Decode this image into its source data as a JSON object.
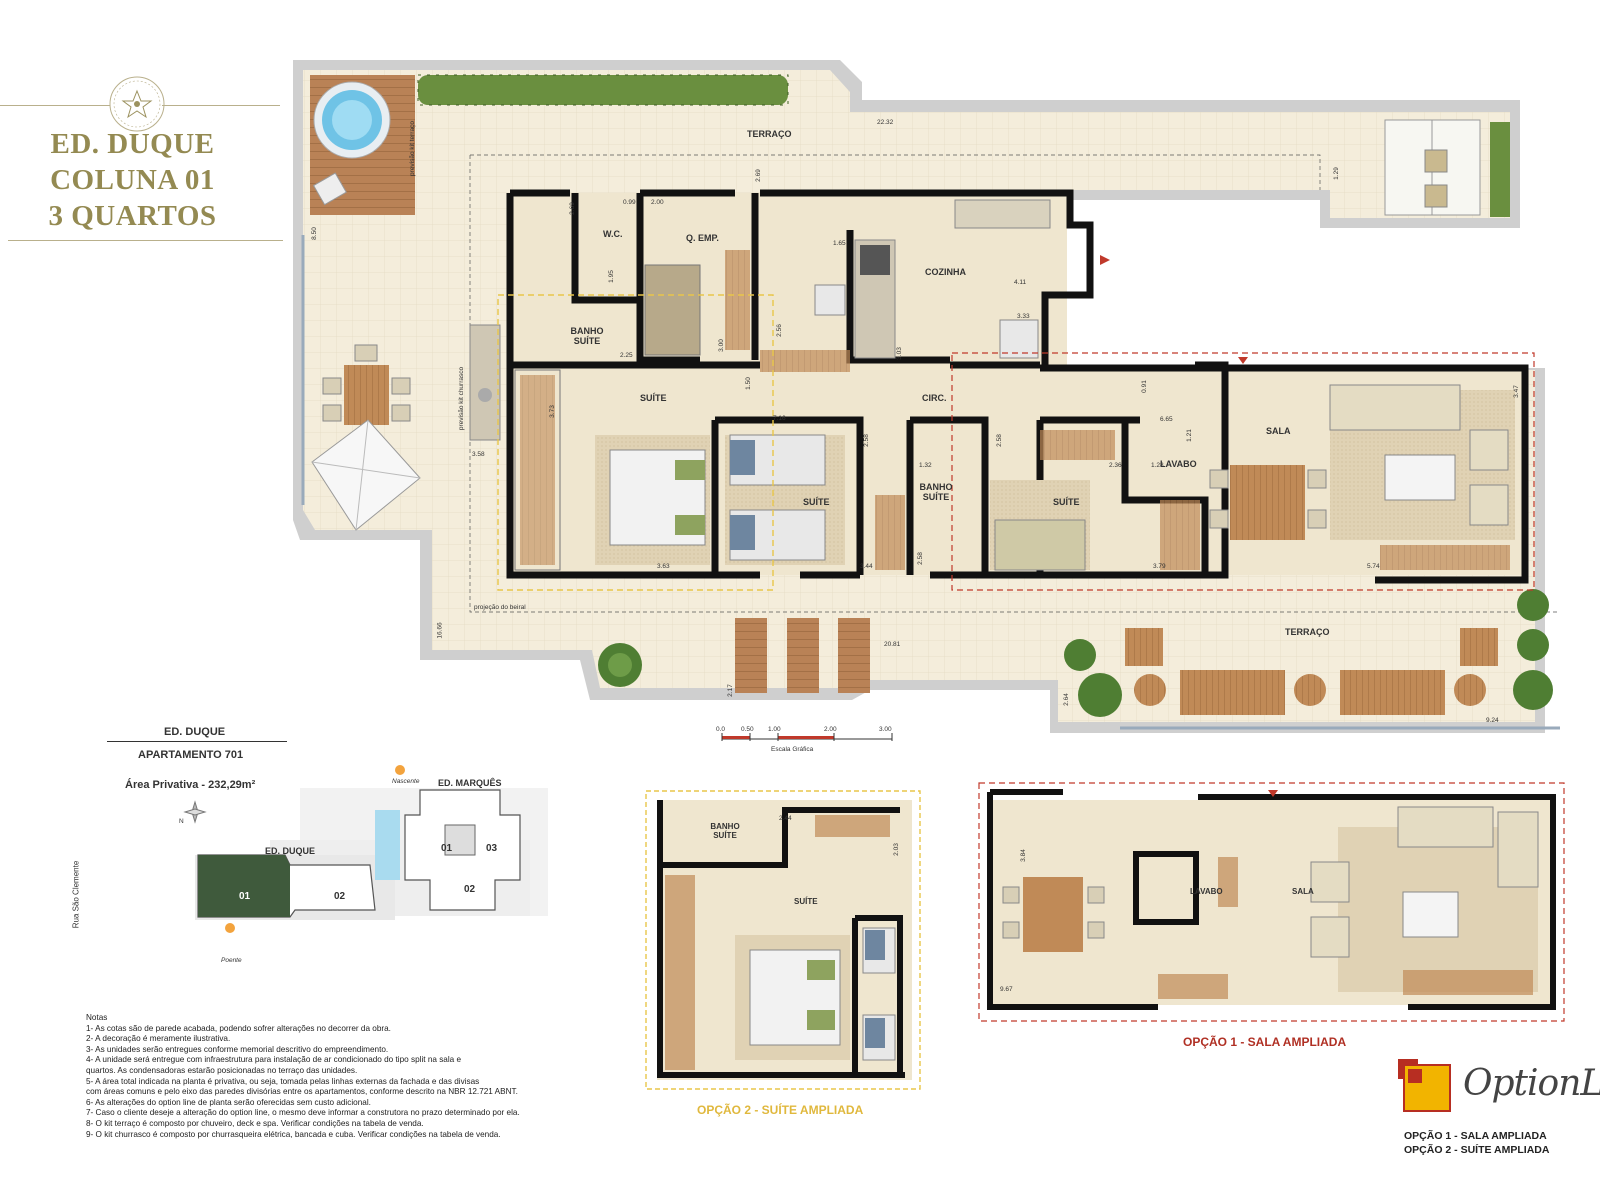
{
  "header": {
    "title_lines": [
      "ED. DUQUE",
      "COLUNA 01",
      "3 QUARTOS"
    ]
  },
  "plan": {
    "rooms": {
      "terraco_top": "TERRAÇO",
      "terraco_bottom": "TERRAÇO",
      "wc": "W.C.",
      "q_emp": "Q. EMP.",
      "cozinha": "COZINHA",
      "banho_suite_1": "BANHO SUÍTE",
      "suite_1": "SUÍTE",
      "circ": "CIRC.",
      "suite_2": "SUÍTE",
      "banho_suite_2": "BANHO SUÍTE",
      "suite_3": "SUÍTE",
      "lavabo": "LAVABO",
      "sala": "SALA"
    },
    "annotations": {
      "previsao_kit_terraco": "previsão kit terraço",
      "previsao_kit_churrasco": "previsão kit churrasco",
      "projecao_beiral": "projeção do beiral"
    },
    "dimensions": [
      "22.32",
      "1.29",
      "8.50",
      "2.69",
      "0.99",
      "2.00",
      "2.69",
      "1.65",
      "4.11",
      "1.95",
      "2.56",
      "3.00",
      "3.33",
      "2.25",
      "3.03",
      "1.50",
      "0.91",
      "3.47",
      "3.73",
      "7.16",
      "6.65",
      "1.21",
      "2.58",
      "2.58",
      "2.36",
      "1.32",
      "1.28",
      "3.58",
      "3.63",
      "3.44",
      "2.58",
      "3.79",
      "5.74",
      "16.66",
      "20.81",
      "2.17",
      "2.64",
      "9.24"
    ]
  },
  "scale": {
    "ticks": [
      "0.0",
      "0.50",
      "1.00",
      "2.00",
      "3.00"
    ],
    "label": "Escala Gráfica"
  },
  "info": {
    "building": "ED. DUQUE",
    "apartment": "APARTAMENTO 701",
    "area": "Área Privativa - 232,29m²"
  },
  "site": {
    "nascente": "Nascente",
    "poente": "Poente",
    "north": "N",
    "ed_marques": "ED. MARQUÊS",
    "ed_duque": "ED. DUQUE",
    "street": "Rua São Clemente",
    "units_duque": [
      "01",
      "02"
    ],
    "units_marques": [
      "01",
      "03",
      "02"
    ]
  },
  "notes": {
    "heading": "Notas",
    "lines": [
      "1- As cotas são de parede acabada, podendo sofrer alterações no decorrer da obra.",
      "2- A decoração é meramente ilustrativa.",
      "3- As unidades serão entregues conforme memorial descritivo do empreendimento.",
      "4- A unidade será entregue com infraestrutura para instalação de ar condicionado do tipo split na sala e",
      "quartos. As condensadoras estarão posicionadas no terraço das unidades.",
      "5- A área total indicada na planta é privativa, ou seja, tomada pelas linhas externas da fachada e das divisas",
      "com áreas comuns e pelo eixo das paredes divisórias entre os apartamentos, conforme descrito na NBR 12.721 ABNT.",
      "6- As alterações do option line de planta serão oferecidas sem custo adicional.",
      "7- Caso o cliente deseje a alteração do option line, o mesmo deve informar a construtora no prazo determinado por ela.",
      "8- O kit terraço é composto por chuveiro, deck e spa. Verificar condições na tabela de venda.",
      "9- O kit churrasco é composto por churrasqueira elétrica, bancada e cuba. Verificar condições na tabela de venda."
    ]
  },
  "option2": {
    "rooms": {
      "banho_suite": "BANHO SUÍTE",
      "suite": "SUÍTE"
    },
    "dims": [
      "2.44",
      "2.03"
    ],
    "caption": "OPÇÃO 2 - SUÍTE AMPLIADA"
  },
  "option1": {
    "rooms": {
      "lavabo": "LAVABO",
      "sala": "SALA"
    },
    "dims": [
      "3.84",
      "9.67"
    ],
    "caption": "OPÇÃO 1 - SALA AMPLIADA"
  },
  "optionline": {
    "logo": "OptionLine",
    "legend": [
      "OPÇÃO 1 - SALA AMPLIADA",
      "OPÇÃO 2 - SUÍTE AMPLIADA"
    ]
  },
  "colors": {
    "title_gold": "#948a52",
    "floor_tile": "#f3ecd9",
    "wall": "#111111",
    "option1_red": "#c0392b",
    "option2_yellow": "#e8c64a",
    "unit_highlight": "#3f5a3c"
  }
}
